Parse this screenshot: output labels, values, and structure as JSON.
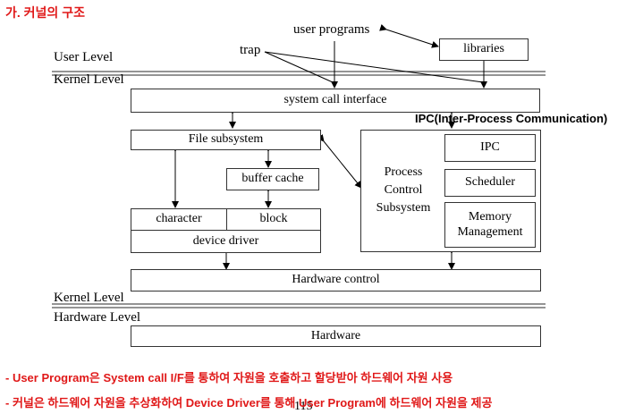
{
  "header": {
    "title": "가. 커널의 구조"
  },
  "levels": {
    "user_level": "User Level",
    "kernel_level_top": "Kernel Level",
    "kernel_level_bottom": "Kernel Level",
    "hardware_level": "Hardware Level"
  },
  "labels": {
    "user_programs": "user programs",
    "trap": "trap",
    "ipc_annotation": "IPC(Inter-Process Communication)"
  },
  "boxes": {
    "libraries": "libraries",
    "system_call_interface": "system call interface",
    "file_subsystem": "File subsystem",
    "buffer_cache": "buffer cache",
    "character": "character",
    "block": "block",
    "device_driver": "device driver",
    "process_control_subsystem": "Process\nControl\nSubsystem",
    "ipc": "IPC",
    "scheduler": "Scheduler",
    "memory_management": "Memory\nManagement",
    "hardware_control": "Hardware control",
    "hardware": "Hardware"
  },
  "notes": [
    "- User Program은 System call I/F를 통하여 자원을 호출하고 할당받아 하드웨어 자원 사용",
    "- 커널은 하드웨어 자원을 추상화하여 Device Driver를 통해 User Program에 하드웨어 자원을 제공"
  ],
  "page_number": "115"
}
